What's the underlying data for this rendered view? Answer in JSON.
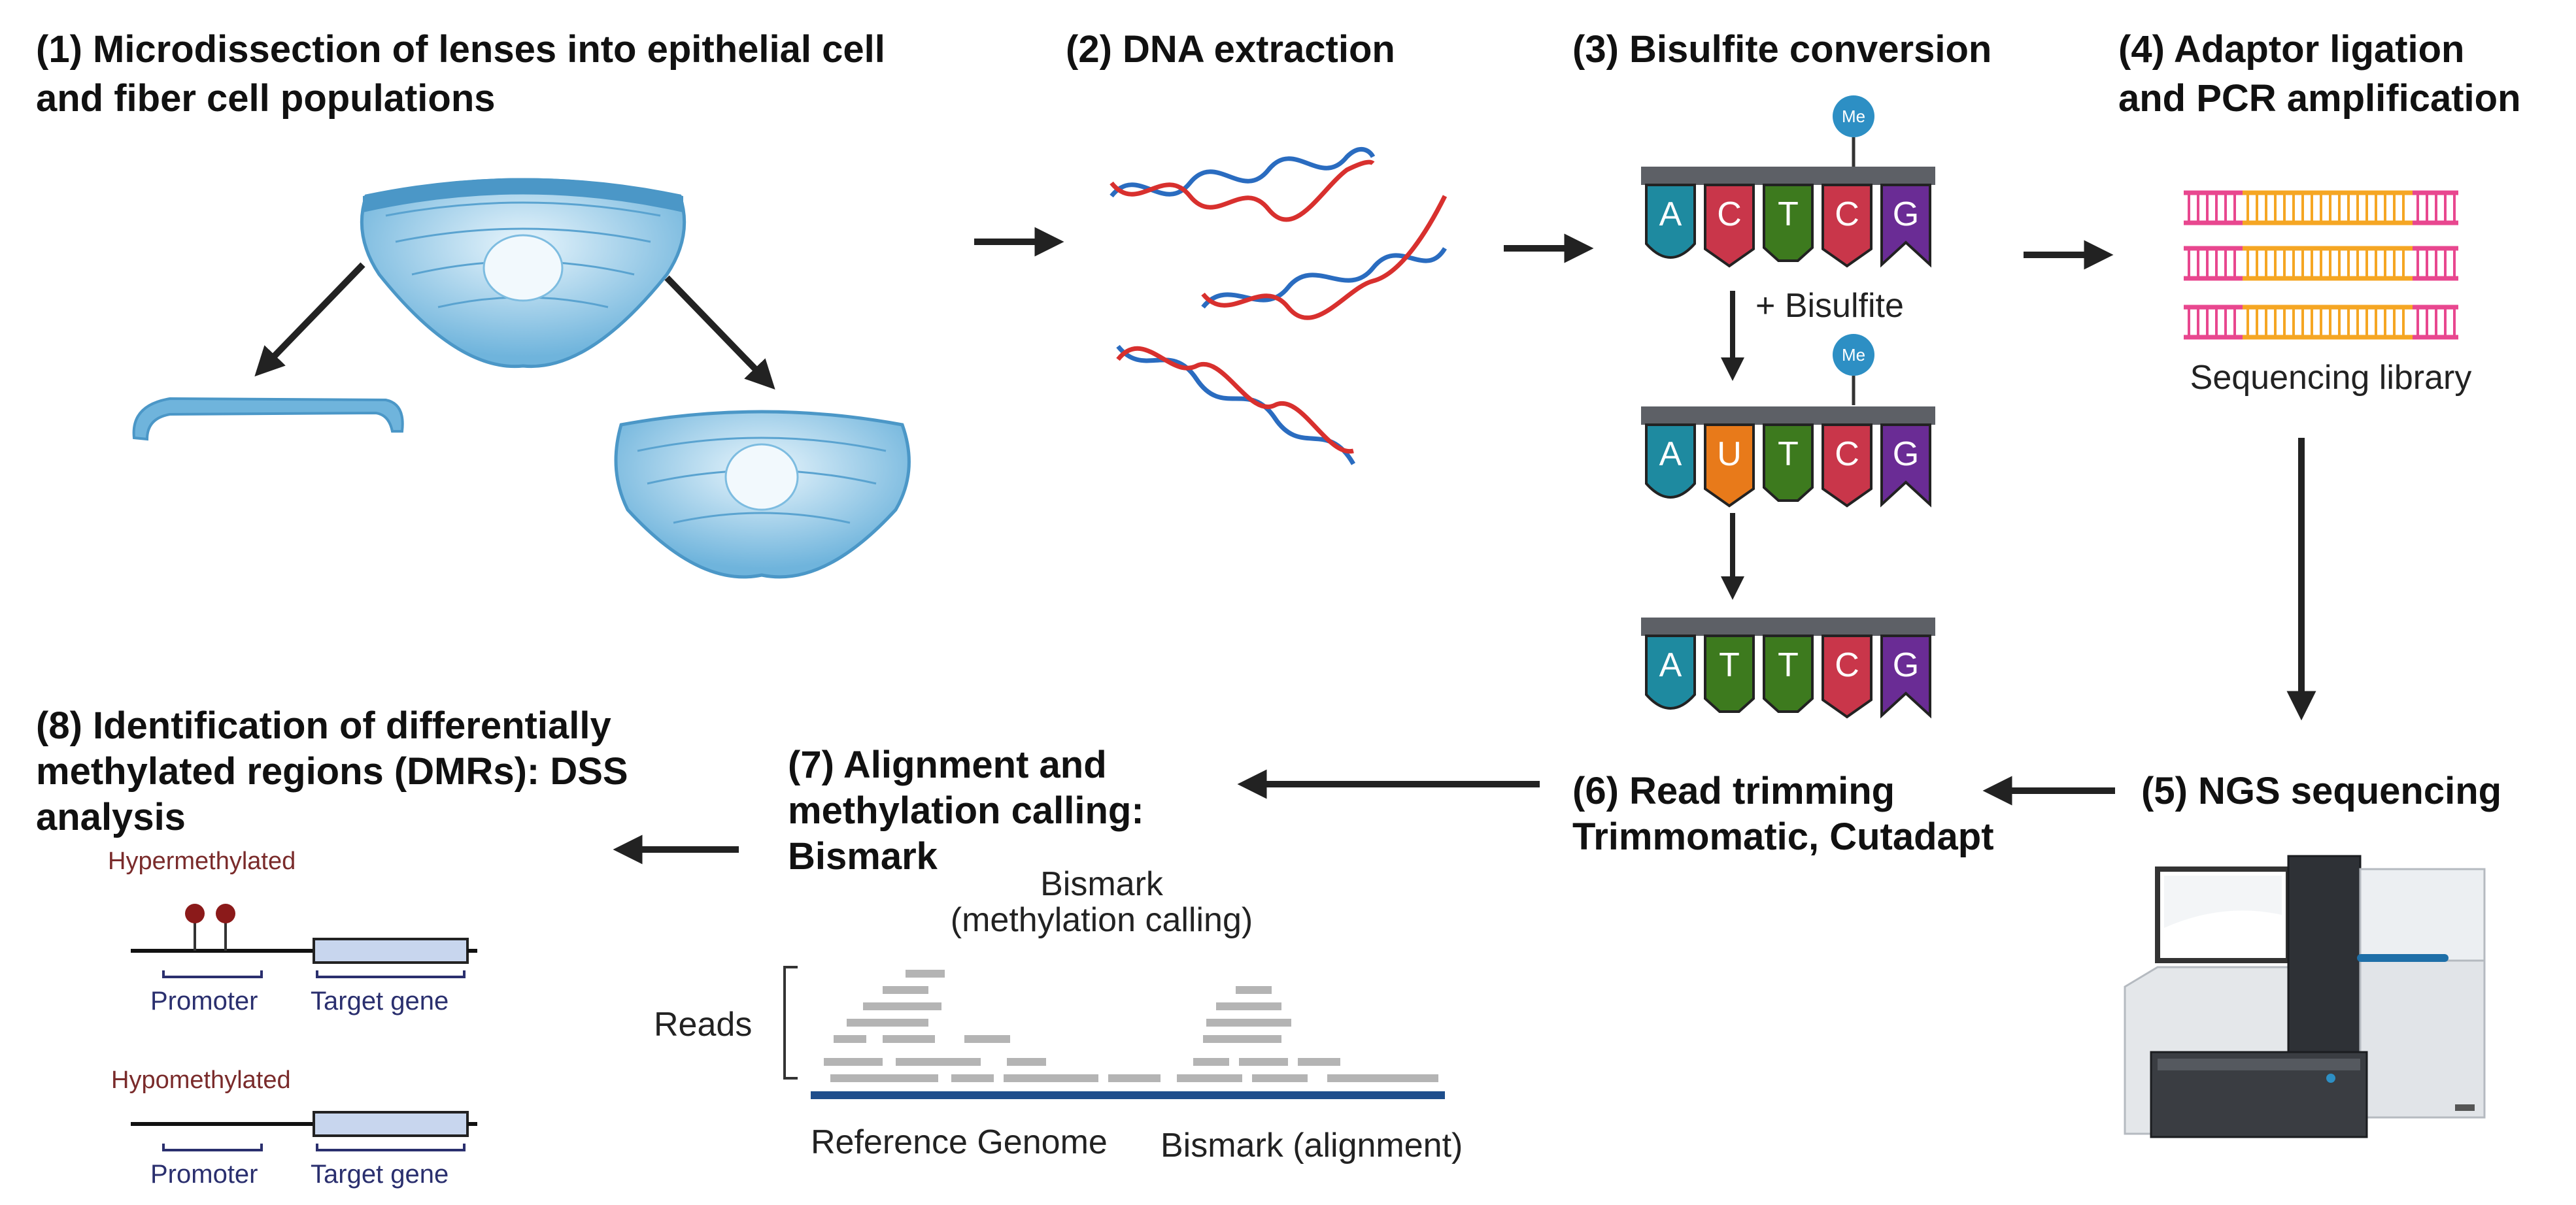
{
  "steps": {
    "s1": {
      "line1": "(1) Microdissection of lenses into epithelial cell",
      "line2": "and fiber cell populations"
    },
    "s2": {
      "line1": "(2) DNA extraction"
    },
    "s3": {
      "line1": "(3) Bisulfite conversion"
    },
    "s4": {
      "line1": "(4) Adaptor ligation",
      "line2": "and PCR amplification"
    },
    "s5": {
      "line1": "(5) NGS sequencing"
    },
    "s6": {
      "line1": "(6) Read trimming",
      "line2": "Trimmomatic, Cutadapt"
    },
    "s7": {
      "line1": "(7) Alignment and",
      "line2": "methylation calling:",
      "line3": "Bismark"
    },
    "s8": {
      "line1": "(8) Identification of differentially",
      "line2": "methylated regions (DMRs): DSS",
      "line3": "analysis"
    }
  },
  "bisulfite": {
    "label": "+ Bisulfite",
    "me_label": "Me",
    "row1": [
      "A",
      "C",
      "T",
      "C",
      "G"
    ],
    "row2": [
      "A",
      "U",
      "T",
      "C",
      "G"
    ],
    "row3": [
      "A",
      "T",
      "T",
      "C",
      "G"
    ]
  },
  "library": {
    "label": "Sequencing library"
  },
  "bismark": {
    "calling_line1": "Bismark",
    "calling_line2": "(methylation calling)",
    "reads_label": "Reads",
    "reference_label": "Reference Genome",
    "alignment_label": "Bismark (alignment)"
  },
  "dmr": {
    "hyper_label": "Hypermethylated",
    "hypo_label": "Hypomethylated",
    "promoter_label": "Promoter",
    "target_label": "Target gene"
  },
  "colors": {
    "A": "#1e8aa0",
    "C": "#c9364a",
    "T": "#3d7a1e",
    "G": "#6a2c95",
    "U": "#e87a1a",
    "dna_blue": "#2a6cc0",
    "dna_red": "#d8302e",
    "lens": "#8ec8e8",
    "lib_pink": "#e8478f",
    "lib_orange": "#f5a623",
    "read_gray": "#b4b4b4",
    "genome_blue": "#1f4e8c",
    "pin": "#8b1a1a"
  }
}
